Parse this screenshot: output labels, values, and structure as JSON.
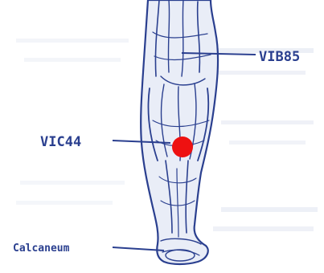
{
  "labels": {
    "top_right": "VIB85",
    "middle_left": "VIC44",
    "bottom_left": "Calcaneum"
  },
  "marker": {
    "color": "#ee1111"
  },
  "colors": {
    "ink": "#2a3f8f",
    "ink_light": "#6a7fc0",
    "paper": "#ffffff"
  }
}
